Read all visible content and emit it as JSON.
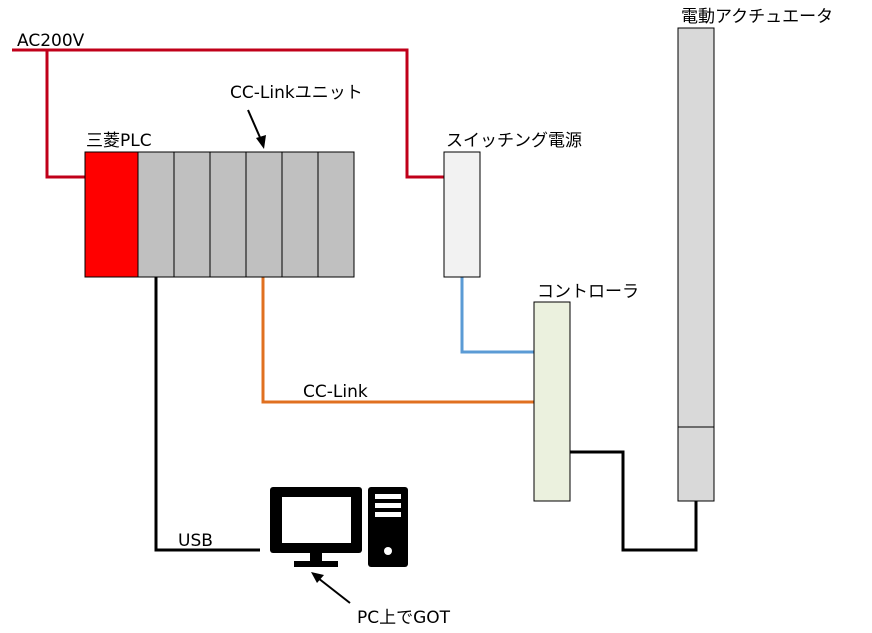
{
  "labels": {
    "ac_power": "AC200V",
    "plc": "三菱PLC",
    "cc_link_unit": "CC-Linkユニット",
    "switching_power": "スイッチング電源",
    "controller": "コントローラ",
    "actuator": "電動アクチュエータ",
    "cc_link": "CC-Link",
    "usb": "USB",
    "pc_got": "PC上でGOT"
  },
  "colors": {
    "power_line": "#c0001a",
    "cc_link_line": "#e07020",
    "dc_line": "#5b9bd5",
    "signal_line": "#000000",
    "plc_cpu": "#ff0000",
    "plc_module": "#c0c0c0",
    "power_supply": "#f2f2f2",
    "controller": "#ebf1de",
    "actuator": "#d9d9d9"
  },
  "icons": [
    "arrow-icon",
    "monitor-icon",
    "pc-tower-icon"
  ]
}
